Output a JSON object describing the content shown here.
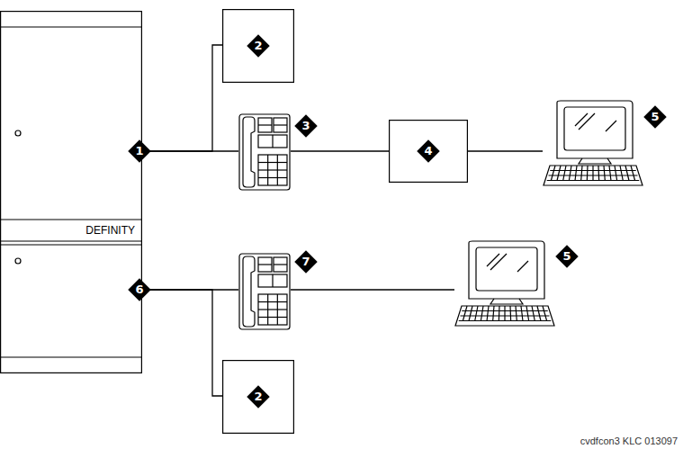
{
  "diagram": {
    "caption": "cvdfcon3 KLC 013097",
    "nodes": [
      {
        "text": [
          "DEFINITY"
        ]
      },
      {
        "text": [
          "2"
        ]
      },
      {
        "text": [
          "3"
        ]
      },
      {
        "text": [
          "4"
        ]
      },
      {
        "text": [
          "5"
        ]
      },
      {
        "text": [
          "7"
        ]
      },
      {
        "text": [
          "5"
        ]
      },
      {
        "text": [
          "2"
        ]
      }
    ],
    "edges": [
      {
        "from": 0,
        "to": 1,
        "arrow": "none"
      },
      {
        "from": 0,
        "to": 2,
        "arrow": "none"
      },
      {
        "from": 2,
        "to": 3,
        "arrow": "none"
      },
      {
        "from": 3,
        "to": 4,
        "arrow": "none"
      },
      {
        "from": 0,
        "to": 5,
        "arrow": "none"
      },
      {
        "from": 5,
        "to": 6,
        "arrow": "none"
      },
      {
        "from": 0,
        "to": 7,
        "arrow": "none"
      }
    ],
    "labels": [
      "1",
      "6"
    ]
  }
}
